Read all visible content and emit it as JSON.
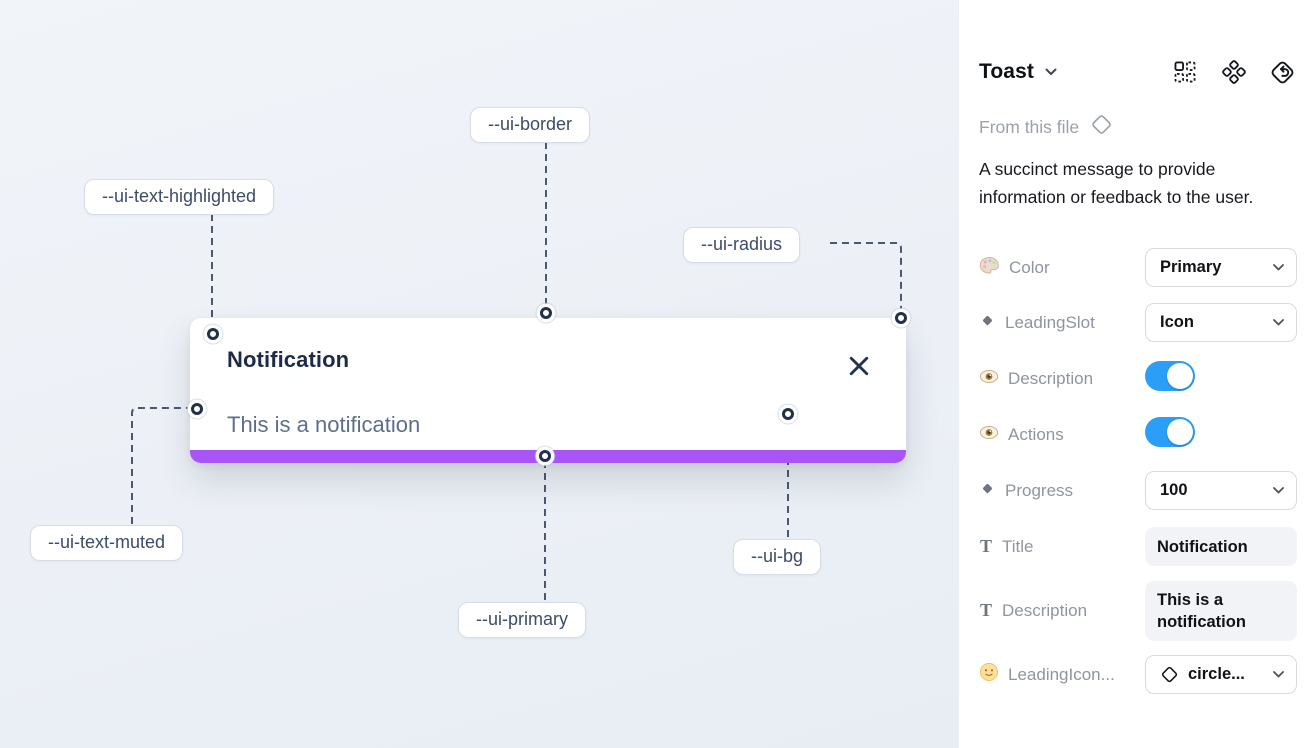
{
  "canvas": {
    "toast": {
      "title": "Notification",
      "description": "This is a notification"
    },
    "labels": {
      "border": "--ui-border",
      "text_highlighted": "--ui-text-highlighted",
      "radius": "--ui-radius",
      "text_muted": "--ui-text-muted",
      "primary": "--ui-primary",
      "bg": "--ui-bg"
    }
  },
  "panel": {
    "title": "Toast",
    "source_label": "From this file",
    "description": "A succinct message to provide information or feedback to the user.",
    "props": {
      "color": {
        "label": "Color",
        "value": "Primary"
      },
      "leading_slot": {
        "label": "LeadingSlot",
        "value": "Icon"
      },
      "description_toggle": {
        "label": "Description",
        "on": "true"
      },
      "actions_toggle": {
        "label": "Actions",
        "on": "true"
      },
      "progress": {
        "label": "Progress",
        "value": "100"
      },
      "title_field": {
        "label": "Title",
        "value": "Notification"
      },
      "description_field": {
        "label": "Description",
        "value": "This is a notification"
      },
      "leading_icon": {
        "label": "LeadingIcon...",
        "value": "circle..."
      }
    }
  },
  "colors": {
    "primary_purple": "#a855f7",
    "toggle_on_blue": "#2b9ff7",
    "annotation_line": "#4a5970"
  }
}
